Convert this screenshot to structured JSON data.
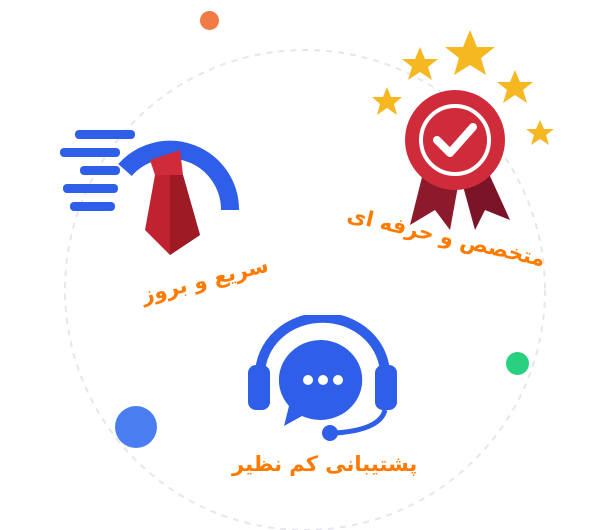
{
  "features": [
    {
      "label": "سریع و بروز",
      "icon": "speedometer-tie-icon"
    },
    {
      "label": "متخصص و حرفه ای",
      "icon": "award-ribbon-icon"
    },
    {
      "label": "پشتیبانی کم نظیر",
      "icon": "headset-support-icon"
    }
  ],
  "colors": {
    "accent_text": "#ff7a00",
    "blue": "#2f5fe8",
    "red": "#d02b3a",
    "gold": "#f5b820",
    "green": "#27d17f",
    "orange_dot": "#f27a45"
  }
}
